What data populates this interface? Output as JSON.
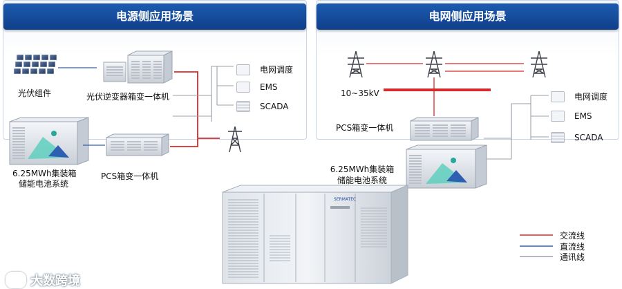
{
  "left_panel": {
    "title": "电源侧应用场景",
    "pv_label": "光伏组件",
    "inverter_label": "光伏逆变器箱变一体机",
    "battery_label_line1": "6.25MWh集装箱",
    "battery_label_line2": "储能电池系统",
    "pcs_label": "PCS箱变一体机",
    "control": [
      "电网调度",
      "EMS",
      "SCADA"
    ]
  },
  "right_panel": {
    "title": "电网侧应用场景",
    "voltage_label": "10~35kV",
    "pcs_label": "PCS箱变一体机",
    "battery_label_line1": "6.25MWh集装箱",
    "battery_label_line2": "储能电池系统",
    "control": [
      "电网调度",
      "EMS",
      "SCADA"
    ]
  },
  "product": {
    "brand_text": "SERMATEC"
  },
  "legend": {
    "ac": "交流线",
    "dc": "直流线",
    "comm": "通讯线"
  },
  "colors": {
    "ac_line": "#d62a2a",
    "dc_line": "#2f5fb3",
    "comm_line": "#9aa0a8",
    "header": "#1d5bb0"
  },
  "watermark": "大数跨境"
}
